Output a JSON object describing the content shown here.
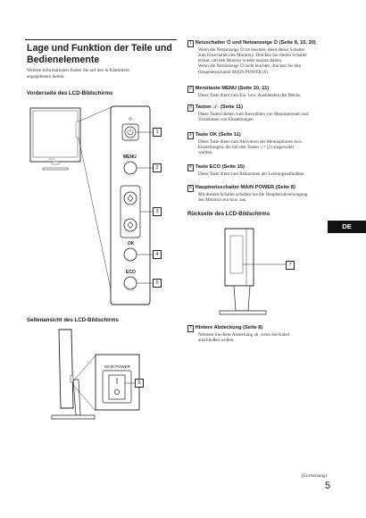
{
  "page_title_line1": "Lage und Funktion der Teile und",
  "page_title_line2": "Bedienelemente",
  "intro_line1": "Weitere Informationen finden Sie auf den in Klammern",
  "intro_line2": "angegebenen Seiten.",
  "front_heading": "Vorderseite des LCD-Bildschirms",
  "side_heading": "Seitenansicht des LCD-Bildschirms",
  "rear_heading": "Rückseite des LCD-Bildschirms",
  "panel_labels": {
    "menu": "MENU",
    "ok": "OK",
    "eco": "ECO",
    "main_power": "MAIN POWER"
  },
  "callouts": [
    "1",
    "2",
    "3",
    "4",
    "5",
    "6",
    "7"
  ],
  "items": [
    {
      "num": "1",
      "title": "Netzschalter ⏻ und Netzanzeige ⏻ (Seite 8, 15, 20)",
      "lines": [
        "Wenn die Netzanzeige ⏻ rot leuchtet, dient dieser Schalter",
        "zum Einschalten des Monitors. Drücken Sie diesen Schalter",
        "erneut, um den Monitor wieder auszuschalten.",
        "Wenn die Netzanzeige ⏻ nicht leuchtet, drücken Sie den",
        "Hauptnetzschalter MAIN POWER (6)."
      ]
    },
    {
      "num": "2",
      "title": "Menütaste MENU (Seite 10, 11)",
      "lines": [
        "Diese Taste dient zum Ein- bzw. Ausblenden des Menüs."
      ]
    },
    {
      "num": "3",
      "title": "Tasten ↓/↑ (Seite 11)",
      "lines": [
        "Diese Tasten dienen zum Auswählen von Menüoptionen und",
        "Vornehmen von Einstellungen."
      ]
    },
    {
      "num": "4",
      "title": "Taste OK (Seite 11)",
      "lines": [
        "Diese Taste dient zum Aktivieren der Menüoptionen bzw.",
        "Einstellungen, die mit den Tasten ↓/↑ (3) ausgewählt",
        "wurden."
      ]
    },
    {
      "num": "5",
      "title": "Taste ECO (Seite 15)",
      "lines": [
        "Diese Taste dient zum Reduzieren der Leistungsaufnahme."
      ]
    },
    {
      "num": "6",
      "title": "Hauptnetzschalter MAIN POWER (Seite 8)",
      "lines": [
        "Mit diesem Schalter schalten Sie die Hauptstromversorgung",
        "des Monitors ein bzw. aus."
      ]
    },
    {
      "num": "7",
      "title": "Hintere Abdeckung (Seite 8)",
      "lines": [
        "Nehmen Sie diese Abdeckung ab, wenn Sie Kabel",
        "anschließen wollen."
      ]
    }
  ],
  "language_tab": "DE",
  "continued": "(Fortsetzung)",
  "page_number": "5"
}
